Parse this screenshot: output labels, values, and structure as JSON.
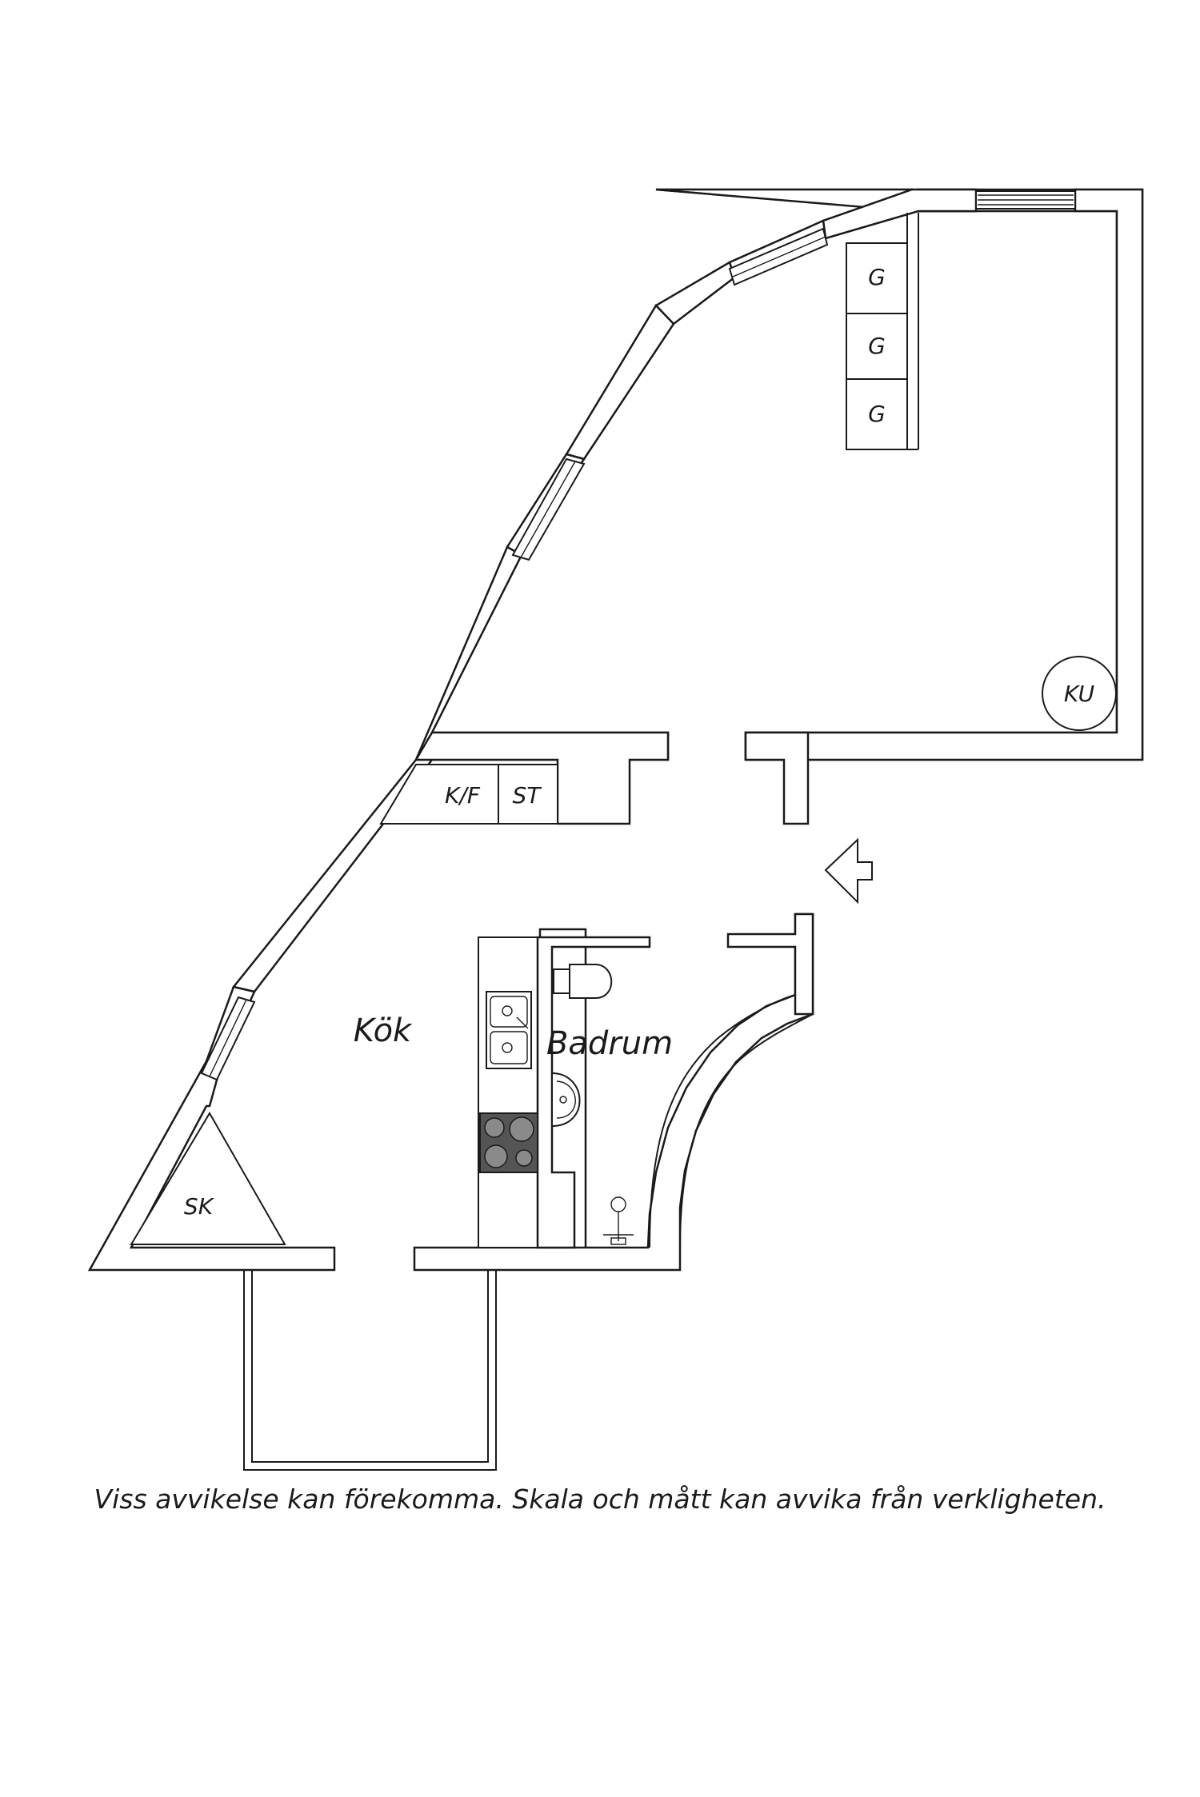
{
  "rooms": {
    "kitchen": "Kök",
    "bathroom": "Badrum"
  },
  "fixtures": {
    "wardrobe_1": "G",
    "wardrobe_2": "G",
    "wardrobe_3": "G",
    "washer": "KU",
    "fridge_freezer": "K/F",
    "cabinet": "ST",
    "storage": "SK"
  },
  "disclaimer": "Viss avvikelse kan förekomma. Skala och mått kan avvika från verkligheten.",
  "colors": {
    "line": "#1a1a1a",
    "stove": "#555555",
    "stove_ring": "#8a8a8a"
  },
  "icons": {
    "entrance": "entrance-arrow-icon"
  }
}
